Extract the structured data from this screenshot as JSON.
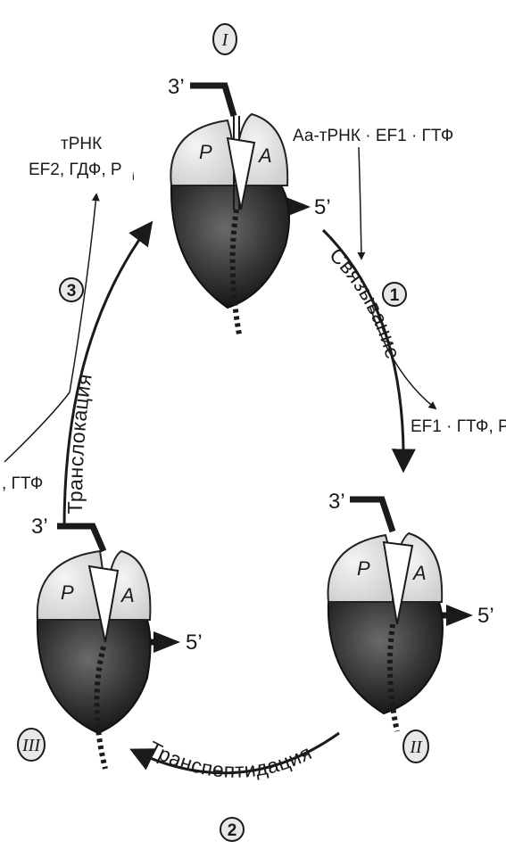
{
  "stages": {
    "top": {
      "roman": "I",
      "end3": "3’",
      "end5": "5’",
      "site_p": "P",
      "site_a": "A"
    },
    "right": {
      "roman": "II",
      "end3": "3’",
      "end5": "5’",
      "site_p": "P",
      "site_a": "A"
    },
    "left": {
      "roman": "III",
      "end3": "3’",
      "end5": "5’",
      "site_p": "P",
      "site_a": "A"
    }
  },
  "steps": {
    "binding": {
      "number": "1",
      "label": "Связывание",
      "input": "Аа-тРНК · EF1 · ГТФ",
      "output": "EF1 · ГТФ, Р"
    },
    "transpeptidation": {
      "number": "2",
      "label": "Транспептидация"
    },
    "translocation": {
      "number": "3",
      "label": "Транслокация",
      "input": ", ГТФ",
      "output_line1": "тРНК",
      "output_line2": "EF2, ГДФ, Р",
      "output_sub": "i"
    }
  },
  "colors": {
    "ink": "#1a1a1a",
    "small_subunit": "#3a3a3a",
    "large_subunit": "#e6e6e6"
  }
}
